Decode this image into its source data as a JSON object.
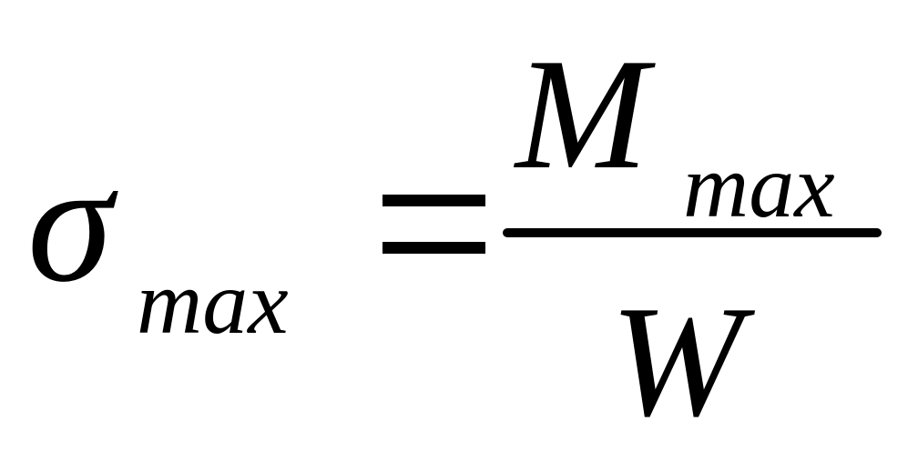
{
  "formula": {
    "lhs_symbol": "σ",
    "lhs_subscript": "max",
    "numerator_symbol": "M",
    "numerator_subscript": "max",
    "denominator_symbol": "W"
  },
  "colors": {
    "ink": "#000000",
    "background": "#ffffff"
  }
}
